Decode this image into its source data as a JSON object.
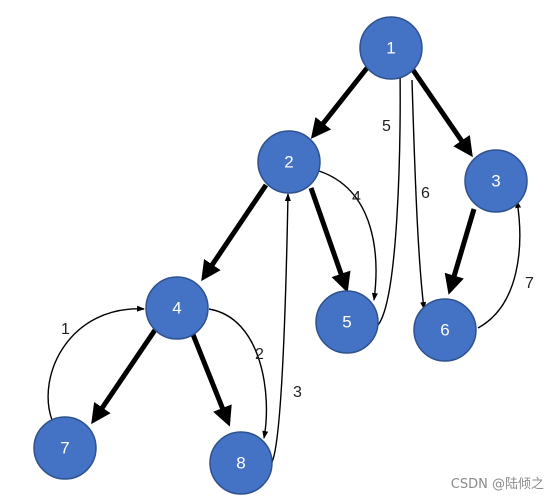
{
  "nodes": [
    {
      "id": "1",
      "label": "1"
    },
    {
      "id": "2",
      "label": "2"
    },
    {
      "id": "3",
      "label": "3"
    },
    {
      "id": "4",
      "label": "4"
    },
    {
      "id": "5",
      "label": "5"
    },
    {
      "id": "6",
      "label": "6"
    },
    {
      "id": "7",
      "label": "7"
    },
    {
      "id": "8",
      "label": "8"
    }
  ],
  "tree_edges": [
    {
      "from": "1",
      "to": "2"
    },
    {
      "from": "1",
      "to": "3"
    },
    {
      "from": "2",
      "to": "4"
    },
    {
      "from": "2",
      "to": "5"
    },
    {
      "from": "3",
      "to": "6"
    },
    {
      "from": "4",
      "to": "7"
    },
    {
      "from": "4",
      "to": "8"
    }
  ],
  "traversal_edges": [
    {
      "from": "7",
      "to": "4",
      "label": "1"
    },
    {
      "from": "4",
      "to": "8",
      "label": "2"
    },
    {
      "from": "8",
      "to": "2",
      "label": "3"
    },
    {
      "from": "2",
      "to": "5",
      "label": "4"
    },
    {
      "from": "5",
      "to": "1",
      "label": "5"
    },
    {
      "from": "1",
      "to": "6",
      "label": "6"
    },
    {
      "from": "6",
      "to": "3",
      "label": "7"
    }
  ],
  "watermark": "CSDN @陆倾之",
  "colors": {
    "node_fill": "#4472C4",
    "node_text": "#FFFFFF",
    "edge": "#000000",
    "watermark": "#8A8A8A"
  }
}
